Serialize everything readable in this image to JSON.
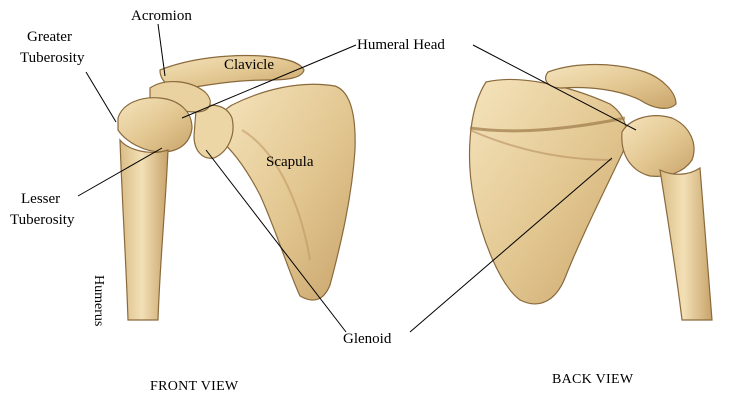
{
  "labels": {
    "acromion": "Acromion",
    "greater_tuberosity_line1": "Greater",
    "greater_tuberosity_line2": "Tuberosity",
    "clavicle": "Clavicle",
    "humeral_head": "Humeral Head",
    "scapula": "Scapula",
    "lesser_tuberosity_line1": "Lesser",
    "lesser_tuberosity_line2": "Tuberosity",
    "humerus": "Humerus",
    "glenoid": "Glenoid"
  },
  "captions": {
    "front": "FRONT VIEW",
    "back": "BACK VIEW"
  },
  "colors": {
    "bone_light": "#f0dcb0",
    "bone_mid": "#ddc08a",
    "bone_shadow": "#c09a60",
    "outline": "#8a6a3c"
  }
}
